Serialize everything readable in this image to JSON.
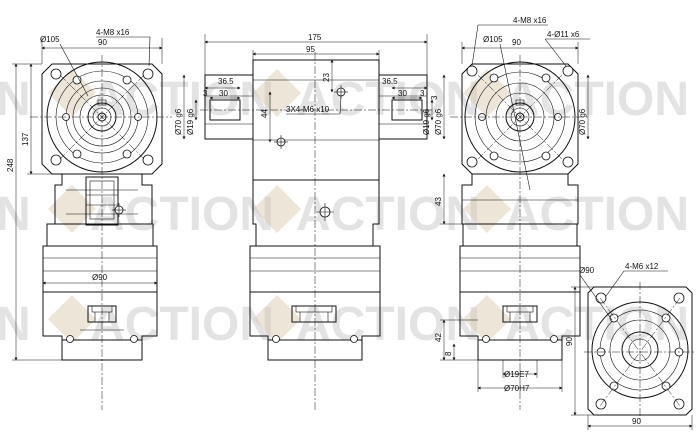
{
  "watermark": {
    "brand": "NEWACTION",
    "rows": [
      "N",
      "ACTION",
      "ACTION",
      "ACTION",
      "N",
      "ACTION",
      "ACTION",
      "ACTION",
      "N",
      "ACTION",
      "ACTION",
      "ACTION"
    ]
  },
  "view_left": {
    "dia_flange": "Ø105",
    "bolt_callout": "4-M8 x16",
    "width": "90",
    "height_total": "248",
    "height_head": "137",
    "dia_body": "Ø90"
  },
  "view_center": {
    "width_total": "175",
    "width_body": "95",
    "dim_36_5_left": "36.5",
    "dim_30_left": "30",
    "dim_3_left": "3",
    "dim_36_5_right": "36.5",
    "dim_30_right": "30",
    "dim_3_right": "3",
    "dim_23": "23",
    "dim_44": "44",
    "thread_callout": "3X4-M6 x10",
    "shaft_left_a": "Ø70 g6",
    "shaft_left_b": "Ø19 g6",
    "shaft_right_a": "Ø19 g6",
    "shaft_right_b": "Ø70 g6"
  },
  "view_right": {
    "bolt_callout": "4-M8 x16",
    "dia_flange": "Ø105",
    "hole_callout": "4-Ø11 x6",
    "width": "90",
    "dia_shaft": "Ø70 g6",
    "dim_43": "43",
    "dim_42": "42",
    "dim_8": "8",
    "dia_bore": "Ø19E7",
    "dia_pilot": "Ø70H7",
    "dim_3": "3"
  },
  "view_bottom_right": {
    "dia": "Ø90",
    "thread_callout": "4-M6 x12",
    "dim_side": "90",
    "dim_bottom": "90"
  }
}
